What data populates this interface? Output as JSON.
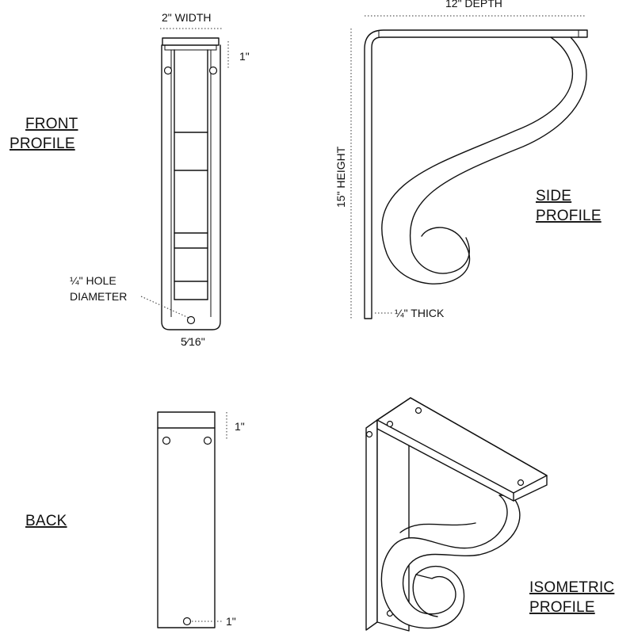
{
  "views": {
    "front": {
      "title_line1": "FRONT",
      "title_line2": "PROFILE"
    },
    "side": {
      "title_line1": "SIDE",
      "title_line2": "PROFILE"
    },
    "back": {
      "title": "BACK"
    },
    "isometric": {
      "title_line1": "ISOMETRIC",
      "title_line2": "PROFILE"
    }
  },
  "dimensions": {
    "width": "2\" WIDTH",
    "depth": "12\" DEPTH",
    "height": "15\" HEIGHT",
    "thick": "¼\" THICK",
    "front_top_offset": "1\"",
    "hole_diameter_line1": "¼\" HOLE",
    "hole_diameter_line2": "DIAMETER",
    "bottom_hole_offset": "5⁄16\"",
    "back_top_offset": "1\"",
    "back_bottom_offset": "1\""
  }
}
